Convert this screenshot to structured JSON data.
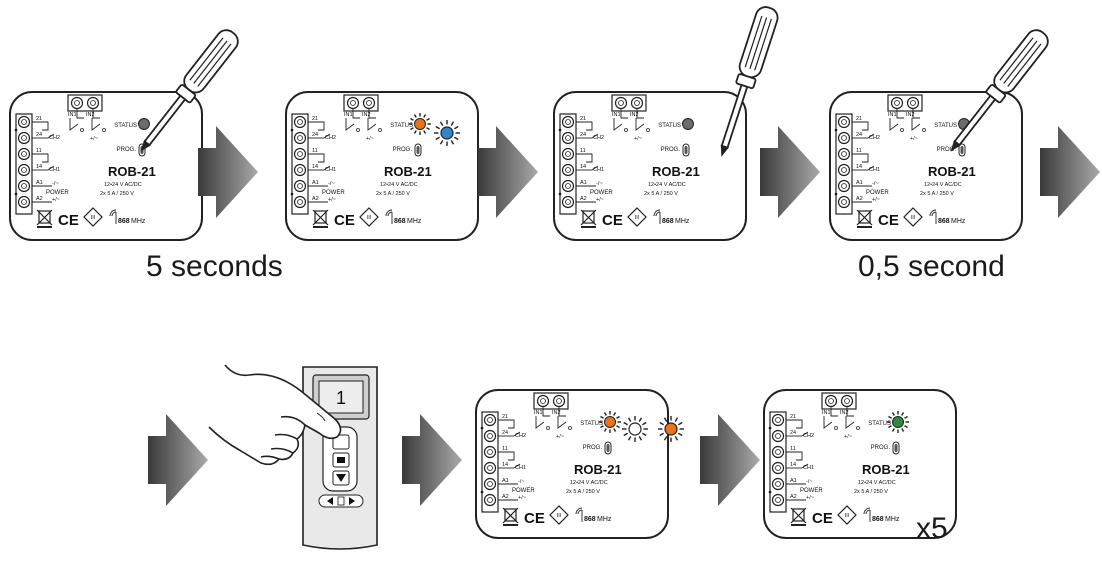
{
  "module": {
    "model": "ROB-21",
    "status_label": "STATUS",
    "prog_label": "PROG.",
    "voltage": "12•24 V AC/DC",
    "rating": "2x 5 A / 250 V",
    "frequency_value": "868",
    "frequency_unit": "MHz",
    "power_label": "POWER",
    "ch1_label": "CH1",
    "ch2_label": "CH2",
    "in1_label": "IN1",
    "in2_label": "IN2",
    "terminal_21": "21",
    "terminal_24": "24",
    "terminal_11": "11",
    "terminal_14": "14",
    "terminal_a1": "A1",
    "terminal_a2": "A2",
    "polarity_minus": "-/~",
    "polarity_plus": "+/~",
    "ce_mark": "CE",
    "class_mark": "III"
  },
  "captions": {
    "step1": "5 seconds",
    "step4": "0,5 second",
    "repeat": "x5"
  },
  "remote": {
    "display": "1"
  },
  "colors": {
    "led_orange": "#e8731a",
    "led_blue": "#2f86c8",
    "led_green": "#2e8b3e",
    "led_off": "#6b6b6b",
    "arrow_dark": "#3a3a3a",
    "arrow_light": "#a9a9a9"
  },
  "led_states": [
    "off",
    "orange",
    "off",
    "off",
    "orange",
    "green"
  ],
  "blink_indicators": [
    {
      "after_step": 2,
      "colors": [
        "blue"
      ]
    },
    {
      "after_step": 5,
      "colors": [
        "off",
        "orange"
      ]
    }
  ],
  "icons": [
    "screwdriver-icon",
    "hand-pressing-icon",
    "remote-control-icon",
    "flow-arrow-icon",
    "led-blink-icon"
  ]
}
